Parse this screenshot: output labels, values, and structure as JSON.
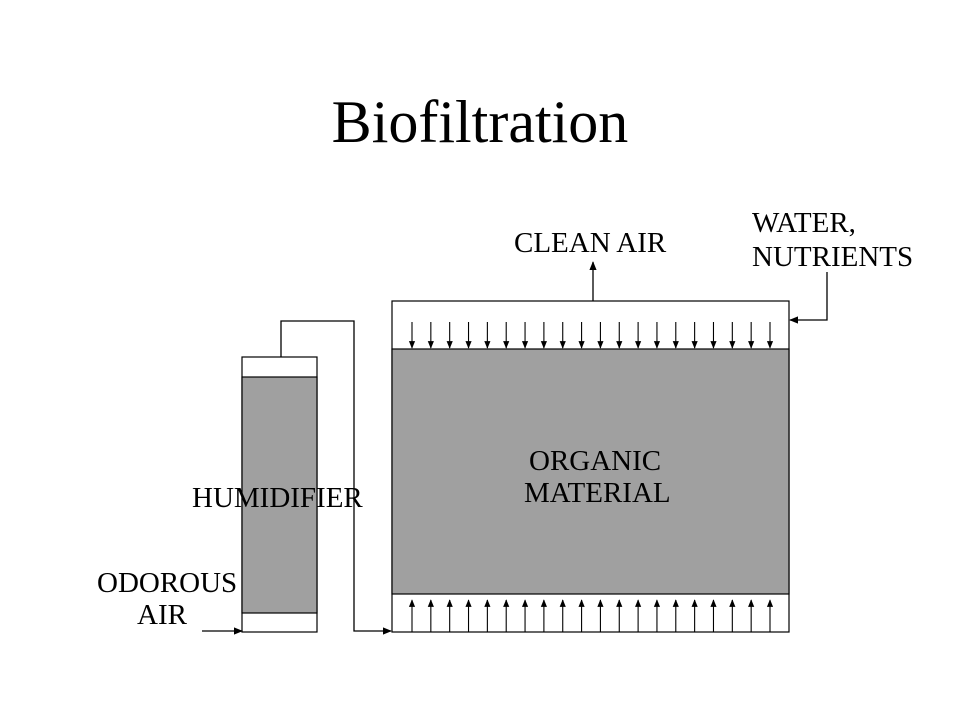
{
  "title": "Biofiltration",
  "labels": {
    "clean_air": "CLEAN AIR",
    "water": "WATER,",
    "nutrients": "NUTRIENTS",
    "organic": "ORGANIC",
    "material": "MATERIAL",
    "humidifier": "HUMIDIFIER",
    "odorous": "ODOROUS",
    "air": "AIR"
  },
  "colors": {
    "fill": "#a0a0a0",
    "line": "#000000",
    "background": "#ffffff"
  }
}
